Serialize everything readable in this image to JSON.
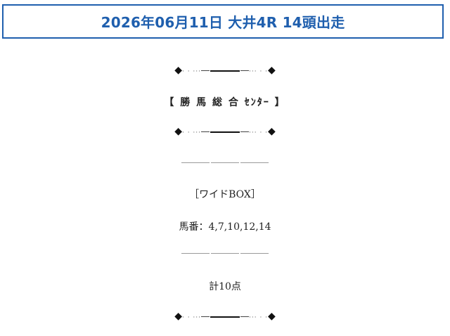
{
  "header": {
    "title": "2026年06月11日 大井4R 14頭出走"
  },
  "divider": {
    "left_diamond": "◆",
    "left_dots": "· · ···",
    "right_dots": "··· · ·",
    "right_diamond": "◆"
  },
  "content": {
    "source": "【 勝 馬 総 合 ｾﾝﾀｰ 】",
    "bet_type": "［ワイドBOX］",
    "numbers": "馬番：4,7,10,12,14",
    "total": "計10点"
  },
  "colors": {
    "accent": "#1f5fae",
    "text": "#222222"
  }
}
